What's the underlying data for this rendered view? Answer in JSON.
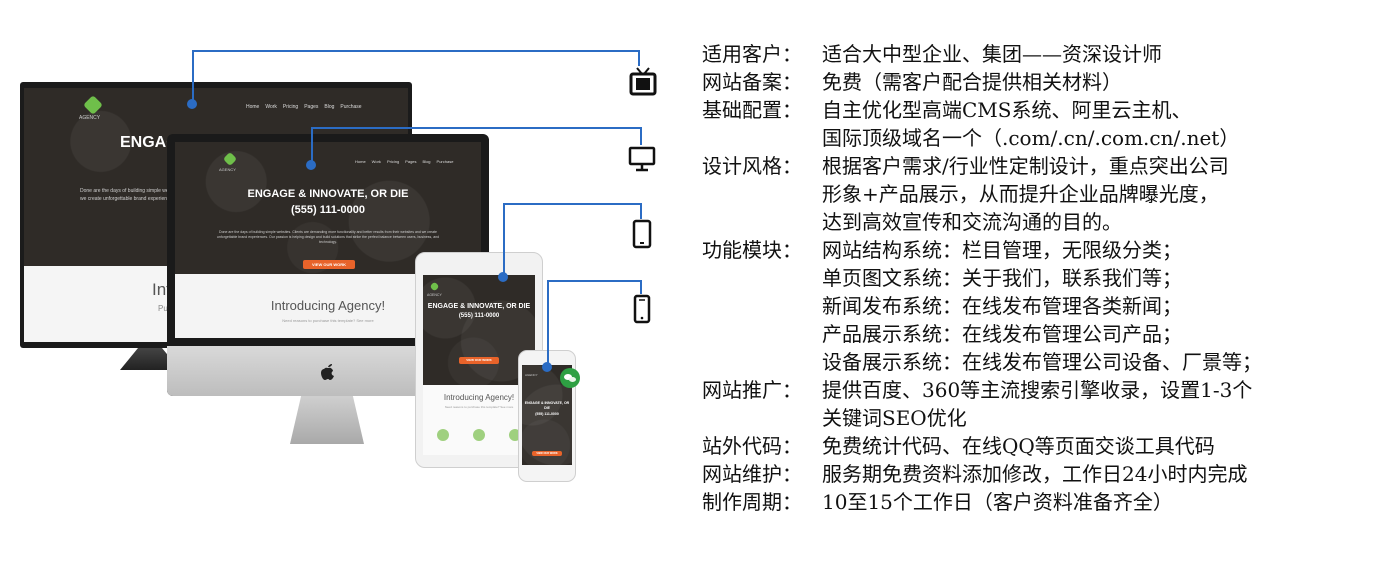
{
  "colors": {
    "accent_line": "#2b6cc4",
    "cta": "#e8632a",
    "logo": "#6fbf4a",
    "wechat": "#2ea043"
  },
  "tv_site": {
    "brand": "AGENCY",
    "nav": [
      "Home",
      "Work",
      "Pricing",
      "Pages",
      "Blog",
      "Purchase"
    ],
    "headline": "ENGAGE &",
    "tagline_line1": "Done are the days of building simple website",
    "tagline_line2": "we create unforgettable brand experiences",
    "intro_fragment": "Intr",
    "intro_sub_fragment": "Purc"
  },
  "desktop_site": {
    "brand": "AGENCY",
    "nav": [
      "Home",
      "Work",
      "Pricing",
      "Pages",
      "Blog",
      "Purchase"
    ],
    "headline": "ENGAGE & INNOVATE, OR DIE",
    "phone": "(555) 111-0000",
    "paragraph": "Done are the days of building simple websites. Clients are demanding more functionality and better results from their websites and we create unforgettable brand experiences. Our passion is helping design and build solutions that strike the perfect balance between users, business, and technology.",
    "cta": "VIEW OUR WORK",
    "intro_title": "Introducing Agency!",
    "intro_sub": "Need reasons to purchase this template? See more"
  },
  "tablet_site": {
    "brand": "AGENCY",
    "headline": "ENGAGE & INNOVATE, OR DIE",
    "phone": "(555) 111-0000",
    "cta": "VIEW OUR WORK",
    "intro_title": "Introducing Agency!",
    "intro_sub": "Need reasons to purchase this template? See more"
  },
  "phone_site": {
    "brand": "AGENCY",
    "headline_line1": "ENGAGE & INNOVATE, OR",
    "headline_line2": "DIE",
    "phone": "(555) 111-0000",
    "cta": "VIEW OUR WORK"
  },
  "device_icons": [
    "tv-icon",
    "monitor-icon",
    "tablet-icon",
    "smartphone-icon"
  ],
  "features": [
    {
      "label": "适用客户：",
      "lines": [
        "适合大中型企业、集团——资深设计师"
      ]
    },
    {
      "label": "网站备案：",
      "lines": [
        "免费（需客户配合提供相关材料）"
      ]
    },
    {
      "label": "基础配置：",
      "lines": [
        "自主优化型高端CMS系统、阿里云主机、",
        "国际顶级域名一个（.com/.cn/.com.cn/.net）"
      ]
    },
    {
      "label": "设计风格：",
      "lines": [
        "根据客户需求/行业性定制设计，重点突出公司",
        "形象+产品展示，从而提升企业品牌曝光度，",
        "达到高效宣传和交流沟通的目的。"
      ]
    },
    {
      "label": "功能模块：",
      "lines": [
        "网站结构系统：栏目管理，无限级分类；",
        "单页图文系统：关于我们，联系我们等；",
        "新闻发布系统：在线发布管理各类新闻；",
        "产品展示系统：在线发布管理公司产品；",
        "设备展示系统：在线发布管理公司设备、厂景等；"
      ]
    },
    {
      "label": "网站推广：",
      "lines": [
        "提供百度、360等主流搜索引擎收录，设置1-3个",
        "关键词SEO优化"
      ]
    },
    {
      "label": "站外代码：",
      "lines": [
        "免费统计代码、在线QQ等页面交谈工具代码"
      ]
    },
    {
      "label": "网站维护：",
      "lines": [
        "服务期免费资料添加修改，工作日24小时内完成"
      ]
    },
    {
      "label": "制作周期：",
      "lines": [
        "10至15个工作日（客户资料准备齐全）"
      ]
    }
  ]
}
